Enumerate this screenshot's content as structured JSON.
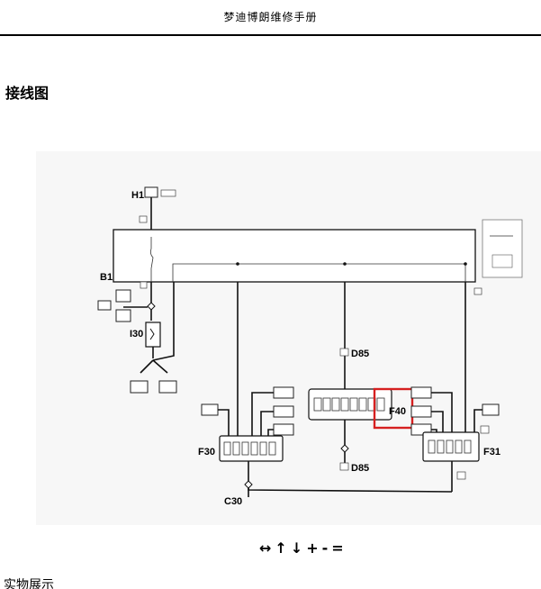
{
  "header": {
    "title": "梦迪博朗维修手册"
  },
  "section": {
    "title": "接线图"
  },
  "diagram": {
    "labels": {
      "h1": "H1",
      "b1": "B1",
      "i30": "I30",
      "d85_top": "D85",
      "d85_bottom": "D85",
      "f30": "F30",
      "f31": "F31",
      "f40": "F40",
      "c30": "C30"
    },
    "highlight_color": "#d62020"
  },
  "legend": {
    "symbols": [
      "↔",
      "↑",
      "↓",
      "+",
      "-",
      "="
    ]
  },
  "footer": {
    "text": "实物展示"
  }
}
